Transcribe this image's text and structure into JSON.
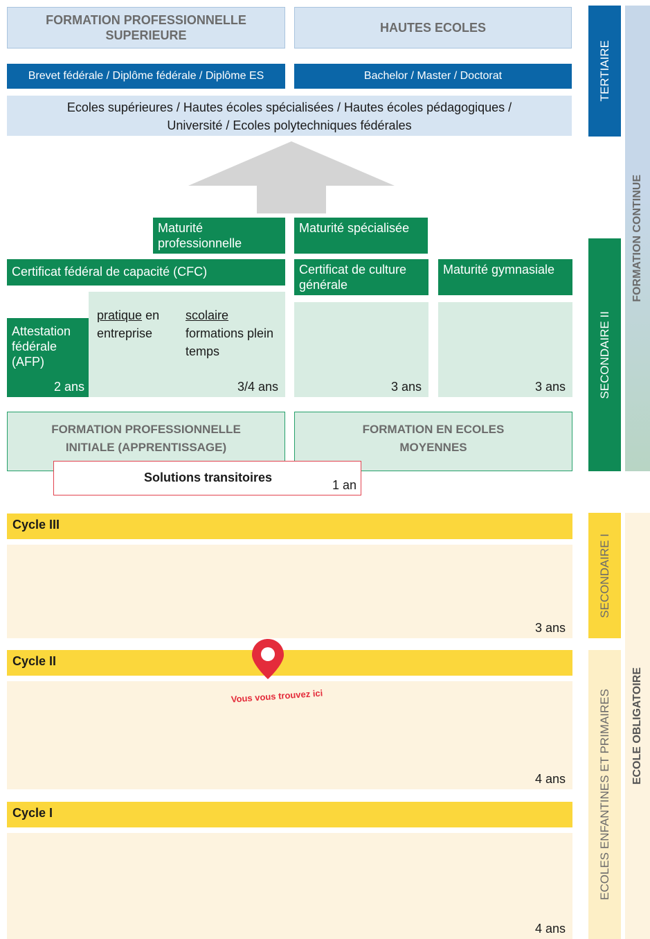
{
  "tertiaire": {
    "formation_pro_sup": "FORMATION PROFESSIONNELLE SUPERIEURE",
    "hautes_ecoles": "HAUTES ECOLES",
    "brevet": "Brevet fédérale / Diplôme fédérale / Diplôme ES",
    "bachelor": "Bachelor / Master / Doctorat",
    "ecoles_line1": "Ecoles supérieures / Hautes écoles spécialisées / Hautes écoles pédagogiques /",
    "ecoles_line2": "Université / Ecoles polytechniques fédérales"
  },
  "secondaire2": {
    "maturite_pro": "Maturité professionnelle",
    "maturite_spec": "Maturité spécialisée",
    "cfc": "Certificat fédéral de capacité (CFC)",
    "certificat_culture": "Certificat de culture générale",
    "maturite_gym": "Maturité gymnasiale",
    "afp": "Attestation fédérale (AFP)",
    "afp_duration": "2 ans",
    "pratique_u": "pratique",
    "pratique_rest": " en entreprise",
    "scolaire_u": "scolaire",
    "scolaire_rest": "formations plein temps",
    "apprentissage_duration": "3/4 ans",
    "culture_duration": "3 ans",
    "gym_duration": "3 ans",
    "formation_initiale": "FORMATION PROFESSIONNELLE INITIALE (APPRENTISSAGE)",
    "formation_ecoles": "FORMATION EN ECOLES MOYENNES",
    "transitoires": "Solutions transitoires",
    "transitoires_duration": "1 an"
  },
  "obligatoire": {
    "cycle3": "Cycle III",
    "cycle3_duration": "3 ans",
    "cycle2": "Cycle II",
    "cycle2_duration": "4 ans",
    "cycle1": "Cycle I",
    "cycle1_duration": "4 ans",
    "you_are_here": "Vous vous trouvez ici"
  },
  "side": {
    "tertiaire": "TERTIAIRE",
    "formation_continue": "FORMATION CONTINUE",
    "secondaire2": "SECONDAIRE II",
    "secondaire1": "SECONDAIRE I",
    "ecoles_enfantines": "ECOLES ENFANTINES ET PRIMAIRES",
    "ecole_obligatoire": "ECOLE OBLIGATOIRE"
  },
  "colors": {
    "blue": "#0b66a8",
    "green": "#0f8a55",
    "yellow": "#fbd73c",
    "pin_red": "#e42c3b"
  }
}
